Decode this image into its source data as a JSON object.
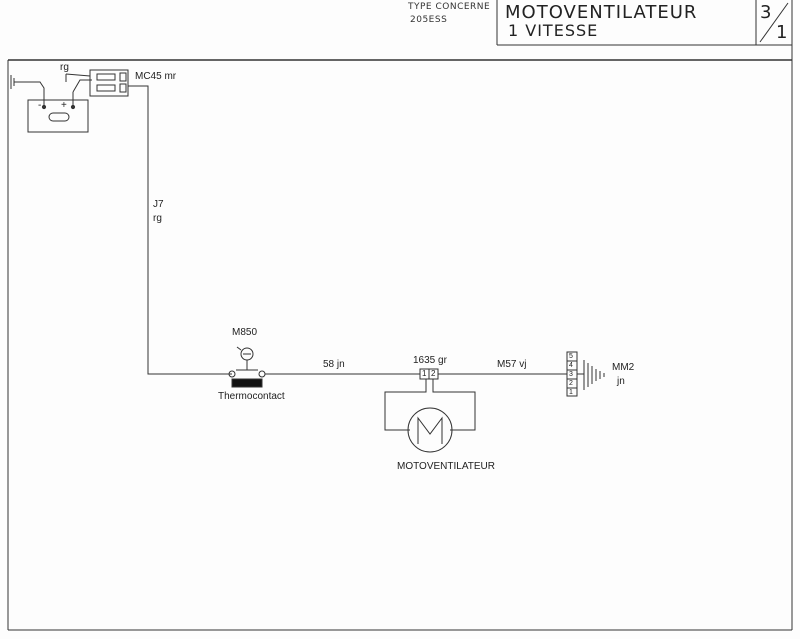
{
  "title_block": {
    "type_label": "TYPE CONCERNE",
    "type_value": "205ESS",
    "title_line1": "MOTOVENTILATEUR",
    "title_line2": "1 VITESSE",
    "sheet_top": "3",
    "sheet_bottom": "1"
  },
  "diagram": {
    "battery_wire_color": "rg",
    "connector_mc45": "MC45 mr",
    "wire_j7_num": "J7",
    "wire_j7_color": "rg",
    "switch_code": "M850",
    "switch_name": "Thermocontact",
    "wire_58": "58  jn",
    "connector_1635": "1635 gr",
    "wire_m57": "M57 vj",
    "ground_code": "MM2",
    "ground_color": "jn",
    "motor_name": "MOTOVENTILATEUR",
    "battery_minus": "-",
    "battery_plus": "+",
    "motor_pin1": "1",
    "motor_pin2": "2",
    "ground_pins": [
      "1",
      "2",
      "3",
      "4",
      "5"
    ]
  }
}
